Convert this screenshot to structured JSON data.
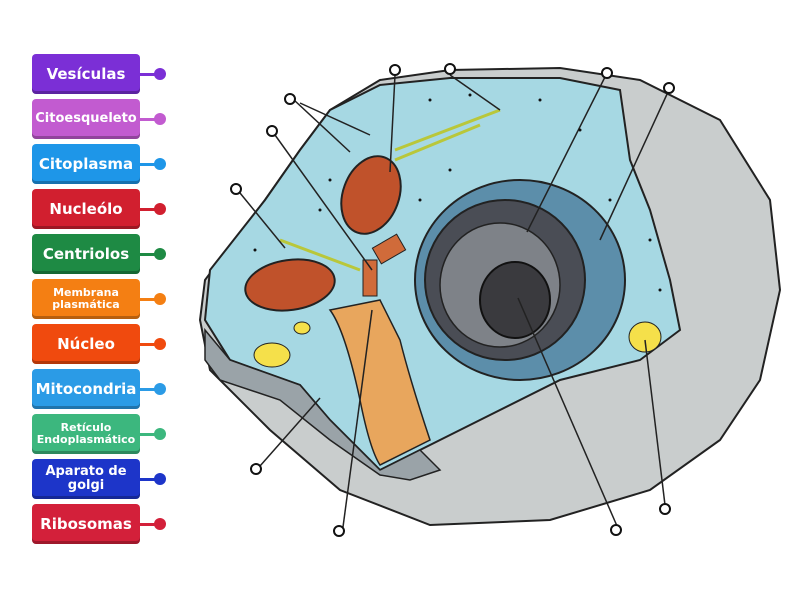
{
  "labels": [
    {
      "text": "Vesículas",
      "color": "#7b2fd6"
    },
    {
      "text": "Citoesqueleto",
      "color": "#c25bd0"
    },
    {
      "text": "Citoplasma",
      "color": "#1e96e8"
    },
    {
      "text": "Nucleólo",
      "color": "#d11f2f"
    },
    {
      "text": "Centriolos",
      "color": "#1e8a44"
    },
    {
      "text": "Membrana plasmática",
      "color": "#f47f13"
    },
    {
      "text": "Núcleo",
      "color": "#f04a0e"
    },
    {
      "text": "Mitocondria",
      "color": "#2b9be6"
    },
    {
      "text": "Retículo Endoplasmático",
      "color": "#3cb77e"
    },
    {
      "text": "Aparato de golgi",
      "color": "#1d35c9"
    },
    {
      "text": "Ribosomas",
      "color": "#d3203a"
    }
  ]
}
